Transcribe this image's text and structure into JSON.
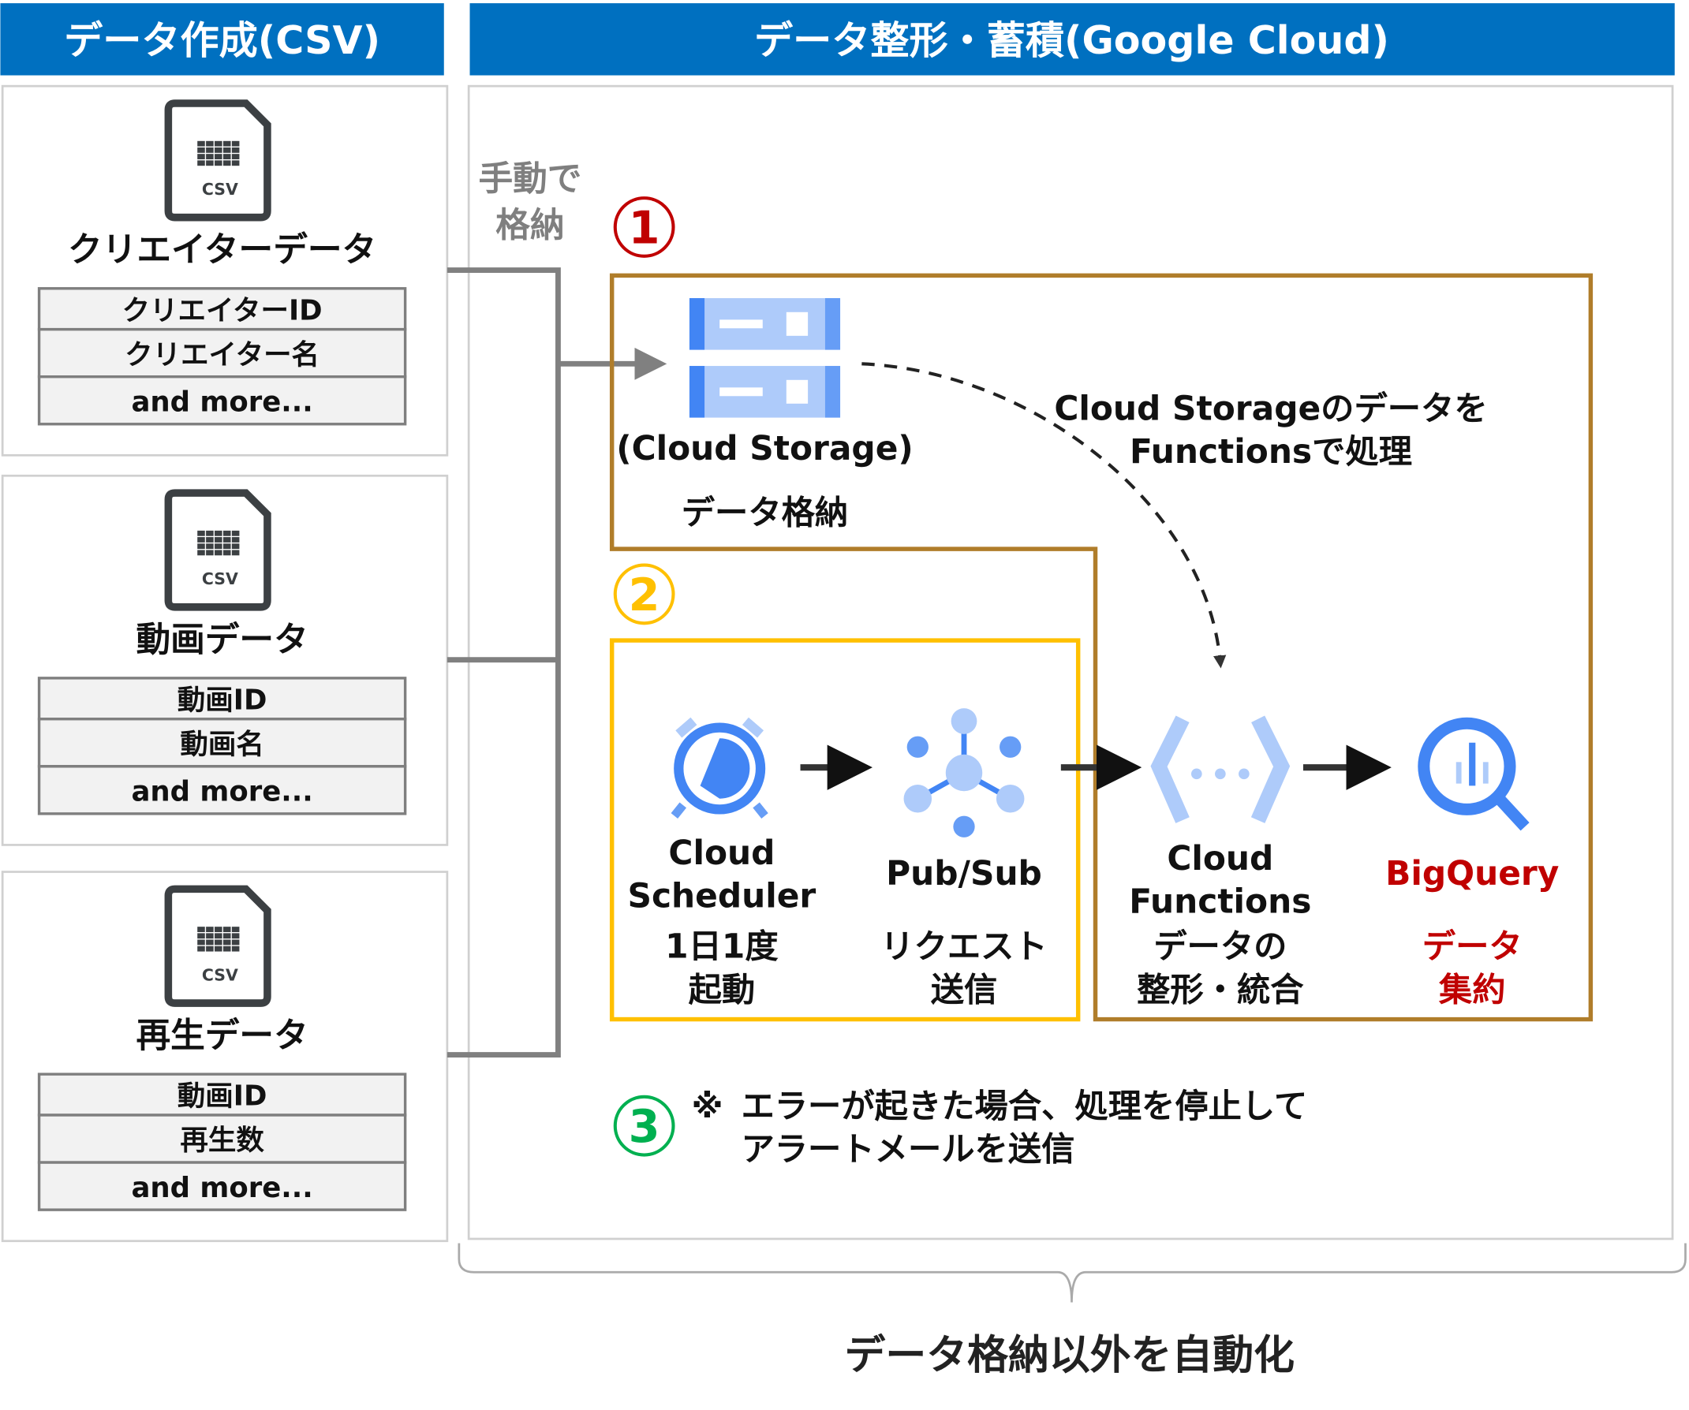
{
  "headers": {
    "left": "データ作成(CSV)",
    "right": "データ整形・蓄積(Google Cloud)"
  },
  "sources": [
    {
      "icon": "csv-file-icon",
      "icon_label": "CSV",
      "title": "クリエイターデータ",
      "fields": [
        "クリエイターID",
        "クリエイター名",
        "and more..."
      ]
    },
    {
      "icon": "csv-file-icon",
      "icon_label": "CSV",
      "title": "動画データ",
      "fields": [
        "動画ID",
        "動画名",
        "and more..."
      ]
    },
    {
      "icon": "csv-file-icon",
      "icon_label": "CSV",
      "title": "再生データ",
      "fields": [
        "動画ID",
        "再生数",
        "and more..."
      ]
    }
  ],
  "manual": {
    "line1": "手動で",
    "line2": "格納"
  },
  "steps": {
    "one": "1",
    "two": "2",
    "three": "3"
  },
  "storage": {
    "name": "(Cloud Storage)",
    "desc": "データ格納"
  },
  "trigger_note": {
    "line1": "Cloud Storageのデータを",
    "line2": "Functionsで処理"
  },
  "services": [
    {
      "icon": "cloud-scheduler-icon",
      "name": [
        "Cloud",
        "Scheduler"
      ],
      "desc": [
        "1日1度",
        "起動"
      ]
    },
    {
      "icon": "pubsub-icon",
      "name": [
        "Pub/Sub"
      ],
      "desc": [
        "リクエスト",
        "送信"
      ]
    },
    {
      "icon": "cloud-functions-icon",
      "name": [
        "Cloud",
        "Functions"
      ],
      "desc": [
        "データの",
        "整形・統合"
      ]
    },
    {
      "icon": "bigquery-icon",
      "name": [
        "BigQuery"
      ],
      "desc": [
        "データ",
        "集約"
      ]
    }
  ],
  "error_note": {
    "mark": "※",
    "line1": "エラーが起きた場合、処理を停止して",
    "line2": "アラートメールを送信"
  },
  "footer": "データ格納以外を自動化",
  "colors": {
    "header": "#0070c0",
    "step1": "#c00000",
    "step2": "#ffc000",
    "step3": "#00b050",
    "box1": "#b07d2a",
    "box2": "#ffc000",
    "gcp_blue": "#4285f4",
    "bigquery_text": "#c00000"
  }
}
